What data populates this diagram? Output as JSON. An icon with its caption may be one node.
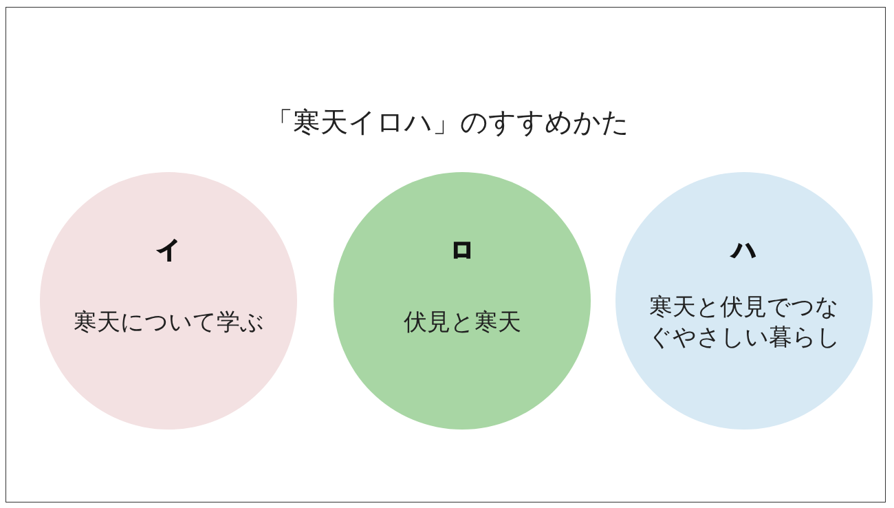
{
  "diagram": {
    "title": "「寒天イロハ」のすすめかた",
    "nodes": [
      {
        "text": [
          "イ",
          "寒天について学ぶ"
        ]
      },
      {
        "text": [
          "ロ",
          "伏見と寒天"
        ]
      },
      {
        "text": [
          "ハ",
          "寒天と伏見でつなぐやさしい暮らし"
        ]
      }
    ]
  }
}
